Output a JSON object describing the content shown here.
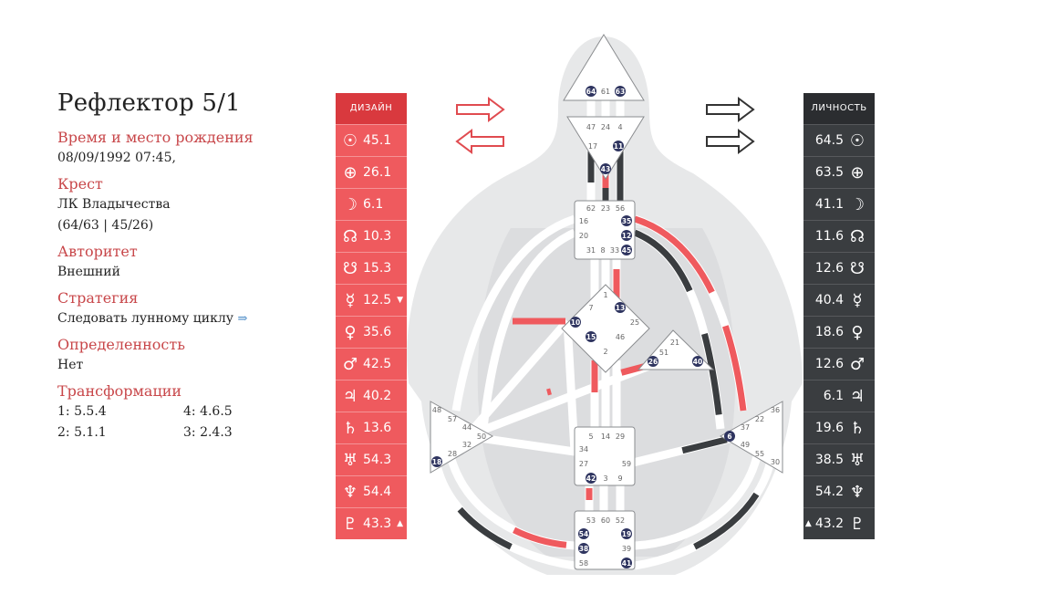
{
  "info": {
    "title": "Рефлектор 5/1",
    "birth_title": "Время и место рождения",
    "birth_value": "08/09/1992 07:45,",
    "cross_title": "Крест",
    "cross_name": "ЛК Владычества",
    "cross_gates": "(64/63 | 45/26)",
    "authority_title": "Авторитет",
    "authority_value": "Внешний",
    "strategy_title": "Стратегия",
    "strategy_value": "Следовать лунному циклу",
    "strategy_link_icon": "⇒",
    "definition_title": "Определенность",
    "definition_value": "Нет",
    "transform_title": "Трансформации",
    "transforms": [
      "1: 5.5.4",
      "4: 4.6.5",
      "2: 5.1.1",
      "3: 2.4.3"
    ]
  },
  "design": {
    "header": "ДИЗАЙН",
    "rows": [
      {
        "planet": "sun",
        "symbol": "☉",
        "value": "45.1",
        "mark": ""
      },
      {
        "planet": "earth",
        "symbol": "⊕",
        "value": "26.1",
        "mark": ""
      },
      {
        "planet": "moon",
        "symbol": "☽",
        "value": "6.1",
        "mark": ""
      },
      {
        "planet": "north-node",
        "symbol": "☊",
        "value": "10.3",
        "mark": ""
      },
      {
        "planet": "south-node",
        "symbol": "☋",
        "value": "15.3",
        "mark": ""
      },
      {
        "planet": "mercury",
        "symbol": "☿",
        "value": "12.5",
        "mark": "▼"
      },
      {
        "planet": "venus",
        "symbol": "♀",
        "value": "35.6",
        "mark": ""
      },
      {
        "planet": "mars",
        "symbol": "♂",
        "value": "42.5",
        "mark": ""
      },
      {
        "planet": "jupiter",
        "symbol": "♃",
        "value": "40.2",
        "mark": ""
      },
      {
        "planet": "saturn",
        "symbol": "♄",
        "value": "13.6",
        "mark": ""
      },
      {
        "planet": "uranus",
        "symbol": "♅",
        "value": "54.3",
        "mark": ""
      },
      {
        "planet": "neptune",
        "symbol": "♆",
        "value": "54.4",
        "mark": ""
      },
      {
        "planet": "pluto",
        "symbol": "♇",
        "value": "43.3",
        "mark": "▲"
      }
    ]
  },
  "personality": {
    "header": "ЛИЧНОСТЬ",
    "rows": [
      {
        "planet": "sun",
        "symbol": "☉",
        "value": "64.5",
        "mark": ""
      },
      {
        "planet": "earth",
        "symbol": "⊕",
        "value": "63.5",
        "mark": ""
      },
      {
        "planet": "moon",
        "symbol": "☽",
        "value": "41.1",
        "mark": ""
      },
      {
        "planet": "north-node",
        "symbol": "☊",
        "value": "11.6",
        "mark": ""
      },
      {
        "planet": "south-node",
        "symbol": "☋",
        "value": "12.6",
        "mark": ""
      },
      {
        "planet": "mercury",
        "symbol": "☿",
        "value": "40.4",
        "mark": ""
      },
      {
        "planet": "venus",
        "symbol": "♀",
        "value": "18.6",
        "mark": ""
      },
      {
        "planet": "mars",
        "symbol": "♂",
        "value": "12.6",
        "mark": ""
      },
      {
        "planet": "jupiter",
        "symbol": "♃",
        "value": "6.1",
        "mark": ""
      },
      {
        "planet": "saturn",
        "symbol": "♄",
        "value": "19.6",
        "mark": ""
      },
      {
        "planet": "uranus",
        "symbol": "♅",
        "value": "38.5",
        "mark": ""
      },
      {
        "planet": "neptune",
        "symbol": "♆",
        "value": "54.2",
        "mark": ""
      },
      {
        "planet": "pluto",
        "symbol": "♇",
        "value": "43.2",
        "mark": "▲"
      }
    ]
  },
  "colors": {
    "design": "#ef5a5e",
    "design_dark": "#d9393e",
    "personality": "#3a3d40",
    "accent_title": "#c8474a",
    "gate_active": "#2f3560"
  },
  "gates": {
    "head": {
      "g64": "64",
      "g61": "61",
      "g63": "63"
    },
    "ajna": {
      "g47": "47",
      "g24": "24",
      "g4": "4",
      "g17": "17",
      "g11": "11",
      "g43": "43"
    },
    "throat": {
      "g62": "62",
      "g23": "23",
      "g56": "56",
      "g16": "16",
      "g35": "35",
      "g20": "20",
      "g12": "12",
      "g31": "31",
      "g8": "8",
      "g33": "33",
      "g45": "45"
    },
    "g": {
      "g1": "1",
      "g7": "7",
      "g13": "13",
      "g10": "10",
      "g25": "25",
      "g15": "15",
      "g46": "46",
      "g2": "2"
    },
    "heart": {
      "g21": "21",
      "g51": "51",
      "g26": "26",
      "g40": "40"
    },
    "spleen": {
      "g48": "48",
      "g57": "57",
      "g44": "44",
      "g50": "50",
      "g32": "32",
      "g28": "28",
      "g18": "18"
    },
    "solar": {
      "g36": "36",
      "g22": "22",
      "g37": "37",
      "g6": "6",
      "g49": "49",
      "g55": "55",
      "g30": "30"
    },
    "sacral": {
      "g5": "5",
      "g14": "14",
      "g29": "29",
      "g34": "34",
      "g27": "27",
      "g59": "59",
      "g42": "42",
      "g3": "3",
      "g9": "9"
    },
    "root": {
      "g53": "53",
      "g60": "60",
      "g52": "52",
      "g54": "54",
      "g19": "19",
      "g38": "38",
      "g39": "39",
      "g58": "58",
      "g41": "41"
    }
  }
}
